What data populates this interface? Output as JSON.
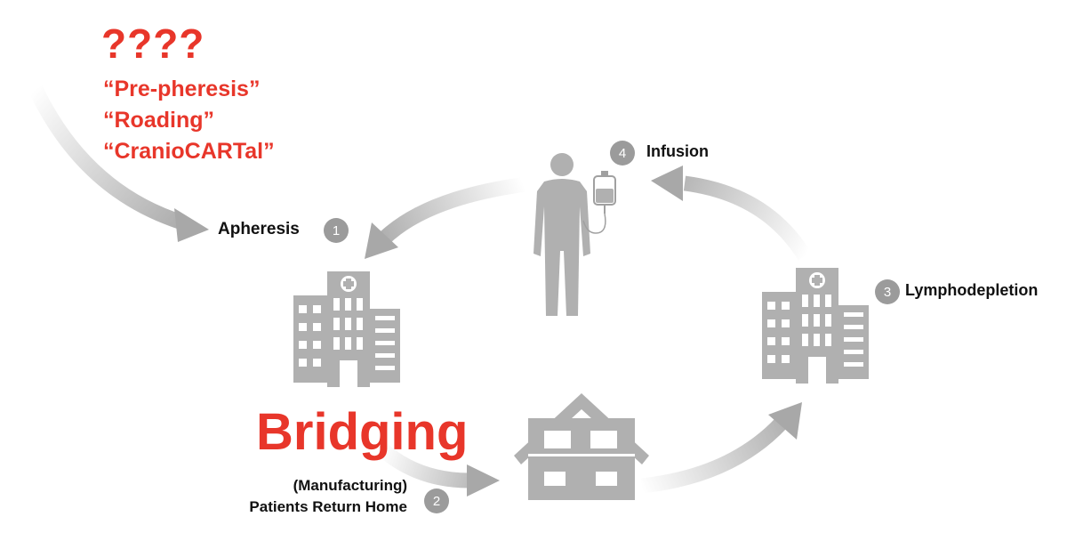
{
  "question_marks": "????",
  "alternatives": [
    "“Pre-pheresis”",
    "“Roading”",
    "“CranioCARTal”"
  ],
  "steps": {
    "apheresis": {
      "number": "1",
      "label": "Apheresis"
    },
    "manufacturing": {
      "number": "2",
      "label_line1": "(Manufacturing)",
      "label_line2": "Patients Return Home"
    },
    "lymphodepletion": {
      "number": "3",
      "label": "Lymphodepletion"
    },
    "infusion": {
      "number": "4",
      "label": "Infusion"
    }
  },
  "bridging": "Bridging",
  "colors": {
    "accent_red": "#e8362a",
    "icon_gray": "#b0b0b0",
    "badge_gray": "#9b9b9b",
    "text_dark": "#111111"
  },
  "icons": [
    "hospital-icon",
    "house-icon",
    "patient-iv-icon"
  ]
}
